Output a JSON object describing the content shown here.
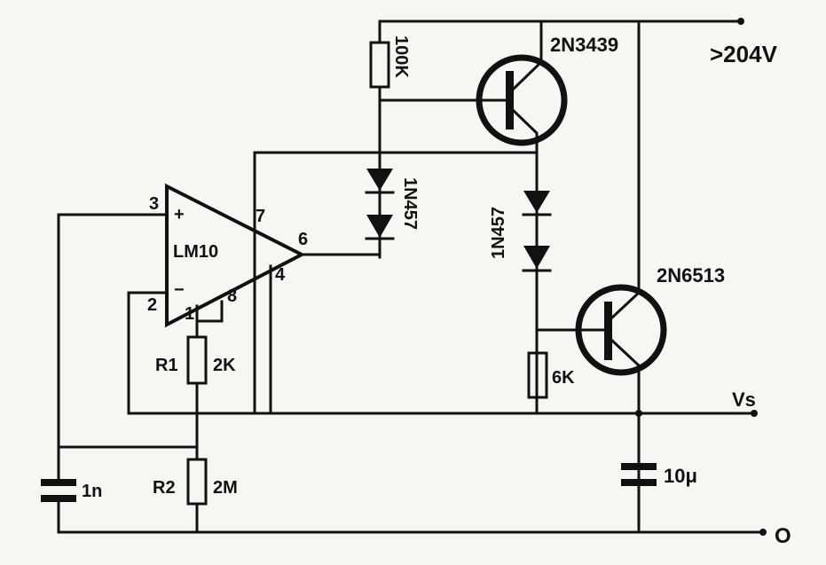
{
  "supply_label": ">204V",
  "output_label": "Vs",
  "ground_label": "O",
  "opamp": {
    "name": "LM10",
    "plus": "+",
    "minus": "−",
    "pins": {
      "p3": "3",
      "p2": "2",
      "p7": "7",
      "p6": "6",
      "p4": "4",
      "p1": "1",
      "p8": "8"
    }
  },
  "components": {
    "r100k": "100K",
    "q1": "2N3439",
    "q2": "2N6513",
    "d1": "1N457",
    "d2": "1N457",
    "r6k": "6K",
    "r1_name": "R1",
    "r1_value": "2K",
    "r2_name": "R2",
    "r2_value": "2M",
    "c1": "1n",
    "c2": "10μ"
  }
}
